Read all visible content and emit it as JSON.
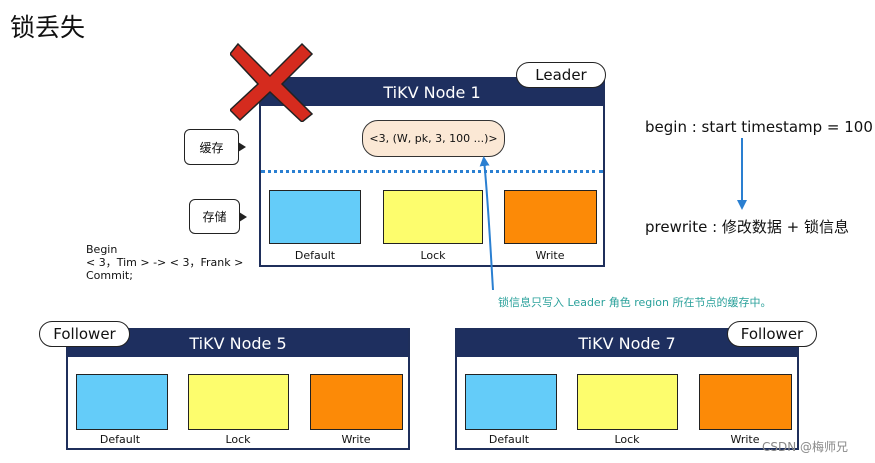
{
  "title": "锁丢失",
  "leader_node": {
    "header": "TiKV Node 1",
    "role": "Leader",
    "cache_content": "<3, (W, pk, 3, 100 ...)>",
    "boxes": [
      "Default",
      "Lock",
      "Write"
    ]
  },
  "callouts": {
    "cache": "缓存",
    "storage": "存储"
  },
  "transaction": {
    "line1": "Begin",
    "line2": "< 3，Tim > -> < 3，Frank >",
    "line3": "Commit;"
  },
  "follower_node_5": {
    "header": "TiKV Node 5",
    "role": "Follower",
    "boxes": [
      "Default",
      "Lock",
      "Write"
    ]
  },
  "follower_node_7": {
    "header": "TiKV Node 7",
    "role": "Follower",
    "boxes": [
      "Default",
      "Lock",
      "Write"
    ]
  },
  "annotation": "锁信息只写入 Leader 角色 region 所在节点的缓存中。",
  "side": {
    "begin": "begin : start timestamp = 100",
    "prewrite": "prewrite : 修改数据 + 锁信息"
  },
  "watermark": "CSDN @梅师兄",
  "colors": {
    "header": "#1e2f5f",
    "default_box": "#64ccf9",
    "lock_box": "#fdfd6d",
    "write_box": "#fc8a07",
    "cache_pill": "#fbe8d5",
    "x_mark": "#d52b1e",
    "arrow": "#2a7fd1"
  }
}
